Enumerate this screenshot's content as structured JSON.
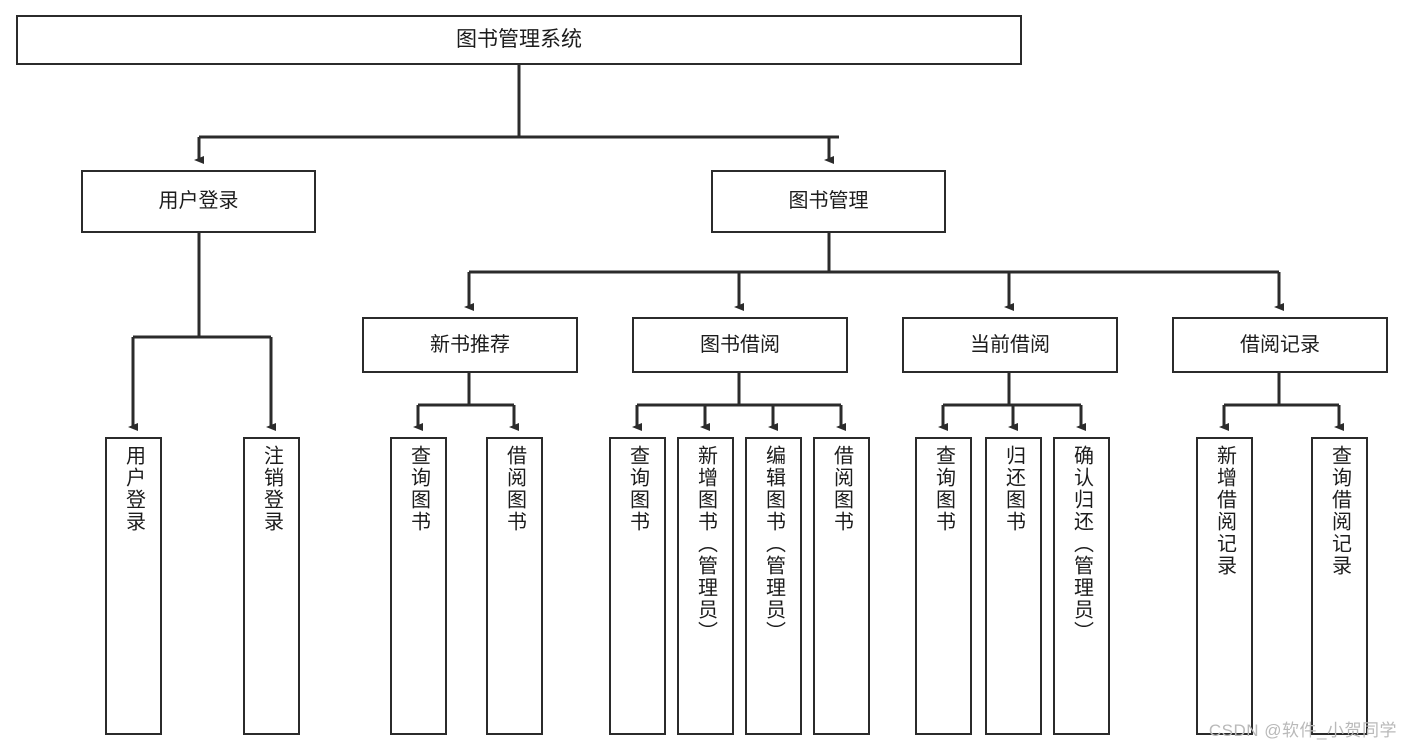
{
  "diagram": {
    "title": "图书管理系统",
    "type": "tree-hierarchy-chart",
    "root": {
      "id": "root",
      "label": "图书管理系统"
    },
    "level2": [
      {
        "id": "user-login",
        "label": "用户登录"
      },
      {
        "id": "book-management",
        "label": "图书管理"
      }
    ],
    "level3": [
      {
        "id": "new-book-recommend",
        "label": "新书推荐"
      },
      {
        "id": "book-borrow",
        "label": "图书借阅"
      },
      {
        "id": "current-borrow",
        "label": "当前借阅"
      },
      {
        "id": "borrow-record",
        "label": "借阅记录"
      }
    ],
    "leaves": {
      "user_login": [
        {
          "id": "leaf-user-login",
          "label": "用户登录"
        },
        {
          "id": "leaf-logout-login",
          "label": "注销登录"
        }
      ],
      "new_book_recommend": [
        {
          "id": "leaf-query-book-1",
          "label": "查询图书"
        },
        {
          "id": "leaf-borrow-book-1",
          "label": "借阅图书"
        }
      ],
      "book_borrow": [
        {
          "id": "leaf-query-book-2",
          "label": "查询图书"
        },
        {
          "id": "leaf-add-book",
          "label": "新增图书（管理员）"
        },
        {
          "id": "leaf-edit-book",
          "label": "编辑图书（管理员）"
        },
        {
          "id": "leaf-borrow-book-2",
          "label": "借阅图书"
        }
      ],
      "current_borrow": [
        {
          "id": "leaf-query-book-3",
          "label": "查询图书"
        },
        {
          "id": "leaf-return-book",
          "label": "归还图书"
        },
        {
          "id": "leaf-confirm-return",
          "label": "确认归还（管理员）"
        }
      ],
      "borrow_record": [
        {
          "id": "leaf-add-record",
          "label": "新增借阅记录"
        },
        {
          "id": "leaf-query-record",
          "label": "查询借阅记录"
        }
      ]
    }
  },
  "watermark": {
    "text": "CSDN @软件_小贺同学"
  },
  "colors": {
    "stroke": "#2b2b2b",
    "fill": "#ffffff",
    "text": "#1c1c1c",
    "watermark": "#b9b9b9"
  }
}
